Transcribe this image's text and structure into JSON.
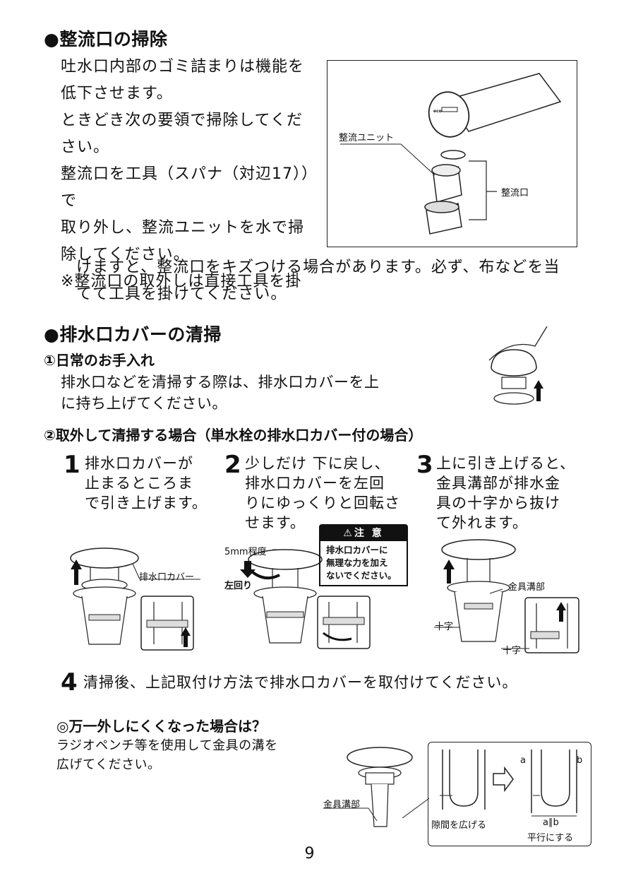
{
  "section1": {
    "title": "●整流口の掃除",
    "lines": [
      "吐水口内部のゴミ詰まりは機能を",
      "低下させます。",
      "ときどき次の要領で掃除してくだ",
      "さい。",
      "整流口を工具（スパナ（対辺17））で",
      "取り外し、整流ユニットを水で掃",
      "除してください。",
      "※整流口の取外しは直接工具を掛"
    ],
    "note_cont": [
      "けますと、整流口をキズつける場合があります。必ず、布などを当",
      "てて工具を掛けてください。"
    ],
    "fig_label_unit": "整流ユニット",
    "fig_label_outlet": "整流口",
    "fig_label_eco": "eco"
  },
  "section2": {
    "title": "●排水口カバーの清掃",
    "sub1_title": "①日常のお手入れ",
    "sub1_lines": [
      "排水口などを清掃する際は、排水口カバーを上",
      "に持ち上げてください。"
    ],
    "sub2_title": "②取外して清掃する場合（単水栓の排水口カバー付の場合）",
    "steps": [
      {
        "num": "1",
        "lines": [
          "排水口カバーが",
          "止まるところま",
          "で引き上げます。"
        ]
      },
      {
        "num": "2",
        "lines": [
          "少しだけ 下に戻し、",
          "排水口カバーを左回",
          "りにゆっくりと回転さ",
          "せます。"
        ]
      },
      {
        "num": "3",
        "lines": [
          "上に引き上げると、",
          "金具溝部が排水金",
          "具の十字から抜け",
          "て外れます。"
        ]
      }
    ],
    "fig1_label": "排水口カバー",
    "fig2_label_mm": "5mm程度",
    "fig2_label_left": "左回り",
    "caution_title": "⚠注 意",
    "caution_lines": [
      "排水口カバーに",
      "無理な力を加え",
      "ないでください。"
    ],
    "fig3_label_groove": "金具溝部",
    "fig3_label_cross1": "十字",
    "fig3_label_cross2": "十字",
    "step4_num": "4",
    "step4_text": "清掃後、上記取付け方法で排水口カバーを取付けてください。",
    "trouble_title": "◎万一外しにくくなった場合は？",
    "trouble_lines": [
      "ラジオペンチ等を使用して金具の溝を",
      "広げてください。"
    ],
    "fig4_label_groove": "金具溝部",
    "fig4_label_gap": "隙間を広げる",
    "fig4_label_a": "a",
    "fig4_label_b": "b",
    "fig4_label_ab": "a∥b",
    "fig4_label_parallel": "平行にする"
  },
  "page_number": "9"
}
